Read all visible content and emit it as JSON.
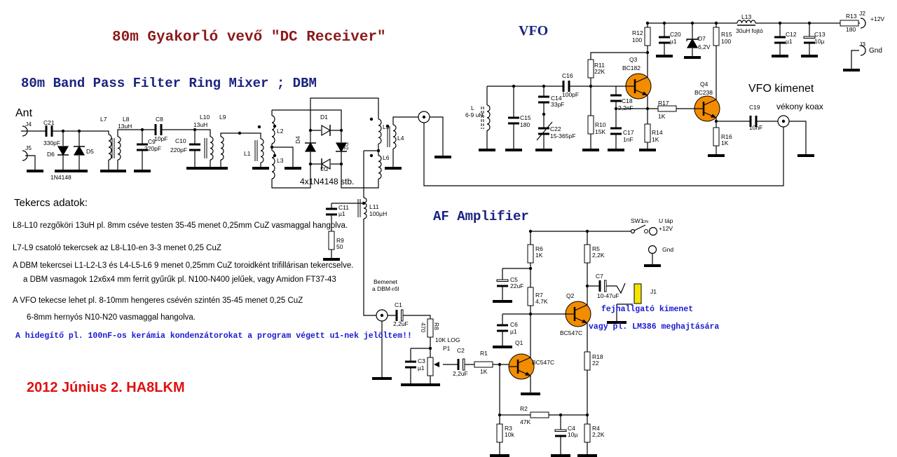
{
  "titles": {
    "main": "80m Gyakorló vevő \"DC Receiver\"",
    "vfo": "VFO",
    "bpf": "80m Band Pass Filter  Ring Mixer ; DBM",
    "af": "AF Amplifier"
  },
  "labels": {
    "ant": "Ant",
    "vfo_out": "VFO kimenet",
    "coax": "vékony koax",
    "mixer_diodes": "4x1N4148 stb.",
    "input_line1": "Bemenet",
    "input_line2": "a DBM-ről",
    "sw1": "SW1",
    "sw1_on": "ON",
    "utap": "U táp",
    "utap_v": "+12V",
    "af_gnd": "Gnd",
    "j2_v": "+12V",
    "j3_gnd": "Gnd",
    "headphone": "fejhallgató kimenet",
    "lm386": "vagy pl. LM386 meghajtására"
  },
  "notes": {
    "heading": "Tekercs adatok:",
    "lines": [
      "L8-L10 rezgőköri 13uH pl. 8mm cséve testen 35-45 menet 0,25mm CuZ vasmaggal hangolva.",
      "L7-L9  csatoló tekercsek az L8-L10-en   3-3 menet 0,25 CuZ",
      "A DBM tekercsei L1-L2-L3 és L4-L5-L6  9 menet 0,25mm CuZ toroidként trifillárisan tekercselve.",
      "a DBM vasmagok  12x6x4 mm ferrit gyűrűk pl. N100-N400 jelűek, vagy Amidon FT37-43",
      "A  VFO tekecse lehet pl. 8-10mm hengeres csévén szintén 35-45 menet 0,25 CuZ",
      "6-8mm hernyós N10-N20 vasmaggal hangolva."
    ],
    "blue": "A hidegítő pl. 100nF-os kerámia kondenzátorokat a program végett u1-nek jelöltem!!"
  },
  "footer": "2012 Június 2.   HA8LKM",
  "parts": {
    "J4": {
      "ref": "J4"
    },
    "J5": {
      "ref": "J5"
    },
    "C21": {
      "ref": "C21",
      "value": "330pF"
    },
    "D6": {
      "ref": "D6"
    },
    "D5": {
      "ref": "D5",
      "value": "1N4148"
    },
    "L7": {
      "ref": "L7"
    },
    "L8": {
      "ref": "L8",
      "value": "13uH"
    },
    "C8": {
      "ref": "C8",
      "value": "10pF"
    },
    "C9": {
      "ref": "C9",
      "value": "220pF"
    },
    "C10": {
      "ref": "C10",
      "value": "220pF"
    },
    "L10": {
      "ref": "L10",
      "value": "13uH"
    },
    "L9": {
      "ref": "L9"
    },
    "L1": {
      "ref": "L1"
    },
    "L2": {
      "ref": "L2"
    },
    "L3": {
      "ref": "L3"
    },
    "D1": {
      "ref": "D1"
    },
    "D2": {
      "ref": "D2"
    },
    "D3": {
      "ref": "D3"
    },
    "D4": {
      "ref": "D4"
    },
    "L5": {
      "ref": "L5"
    },
    "L6": {
      "ref": "L6"
    },
    "L4": {
      "ref": "L4"
    },
    "C11": {
      "ref": "C11",
      "value": "µ1"
    },
    "L11": {
      "ref": "L11",
      "value": "100µH"
    },
    "R9": {
      "ref": "R9",
      "value": "50"
    },
    "L": {
      "ref": "L",
      "value": "6-9 uH"
    },
    "C15": {
      "ref": "C15",
      "value": "180"
    },
    "C14": {
      "ref": "C14",
      "value": "33pF"
    },
    "C22": {
      "ref": "C22",
      "value": "15-365pF"
    },
    "C16": {
      "ref": "C16",
      "value": "100pF"
    },
    "R11": {
      "ref": "R11",
      "value": "22K"
    },
    "R10": {
      "ref": "R10",
      "value": "15K"
    },
    "R12": {
      "ref": "R12",
      "value": "100"
    },
    "C20": {
      "ref": "C20",
      "value": "µ1"
    },
    "D7": {
      "ref": "D7",
      "value": "6,2V"
    },
    "R15": {
      "ref": "R15",
      "value": "100"
    },
    "L13": {
      "ref": "L13",
      "value": "30uH fojtó"
    },
    "C12": {
      "ref": "C12",
      "value": "µ1"
    },
    "C13": {
      "ref": "C13",
      "value": "10µ"
    },
    "R13": {
      "ref": "R13",
      "value": "180"
    },
    "J2": {
      "ref": "J2"
    },
    "J3": {
      "ref": "J3"
    },
    "Q3": {
      "ref": "Q3",
      "value": "BC182"
    },
    "C18": {
      "ref": "C18",
      "value": "2,2nF"
    },
    "C17": {
      "ref": "C17",
      "value": "1nF"
    },
    "R14": {
      "ref": "R14",
      "value": "1K"
    },
    "R17": {
      "ref": "R17",
      "value": "1K"
    },
    "Q4": {
      "ref": "Q4",
      "value": "BC238"
    },
    "R16": {
      "ref": "R16",
      "value": "1K"
    },
    "C19": {
      "ref": "C19",
      "value": "10nF"
    },
    "C1": {
      "ref": "C1",
      "value": "2,2uF"
    },
    "R8": {
      "ref": "R8",
      "value": "470"
    },
    "P1": {
      "ref": "P1",
      "value": "10K LOG"
    },
    "C3": {
      "ref": "C3",
      "value": "µ1"
    },
    "C2": {
      "ref": "C2",
      "value": "2,2uF"
    },
    "R1": {
      "ref": "R1",
      "value": "1K"
    },
    "Q1": {
      "ref": "Q1",
      "value": "BC547C"
    },
    "R6": {
      "ref": "R6",
      "value": "1K"
    },
    "C5": {
      "ref": "C5",
      "value": "22uF"
    },
    "R7": {
      "ref": "R7",
      "value": "4,7K"
    },
    "C6": {
      "ref": "C6",
      "value": "µ1"
    },
    "Q2": {
      "ref": "Q2",
      "value": "BC547C"
    },
    "R5": {
      "ref": "R5",
      "value": "2,2K"
    },
    "C7": {
      "ref": "C7",
      "value": "10-47uF"
    },
    "J1": {
      "ref": "J1"
    },
    "R18": {
      "ref": "R18",
      "value": "22"
    },
    "R2": {
      "ref": "R2",
      "value": "47K"
    },
    "R3": {
      "ref": "R3",
      "value": "10k"
    },
    "C4": {
      "ref": "C4",
      "value": "10µ"
    },
    "R4": {
      "ref": "R4",
      "value": "2,2K"
    }
  },
  "colors": {
    "transistor_fill": "#f28c00",
    "jack_fill": "#f5e400",
    "title_main": "#8b1a1a",
    "title_section": "#1a237e",
    "note_blue": "#1a1ad0",
    "footer": "#e01010"
  }
}
